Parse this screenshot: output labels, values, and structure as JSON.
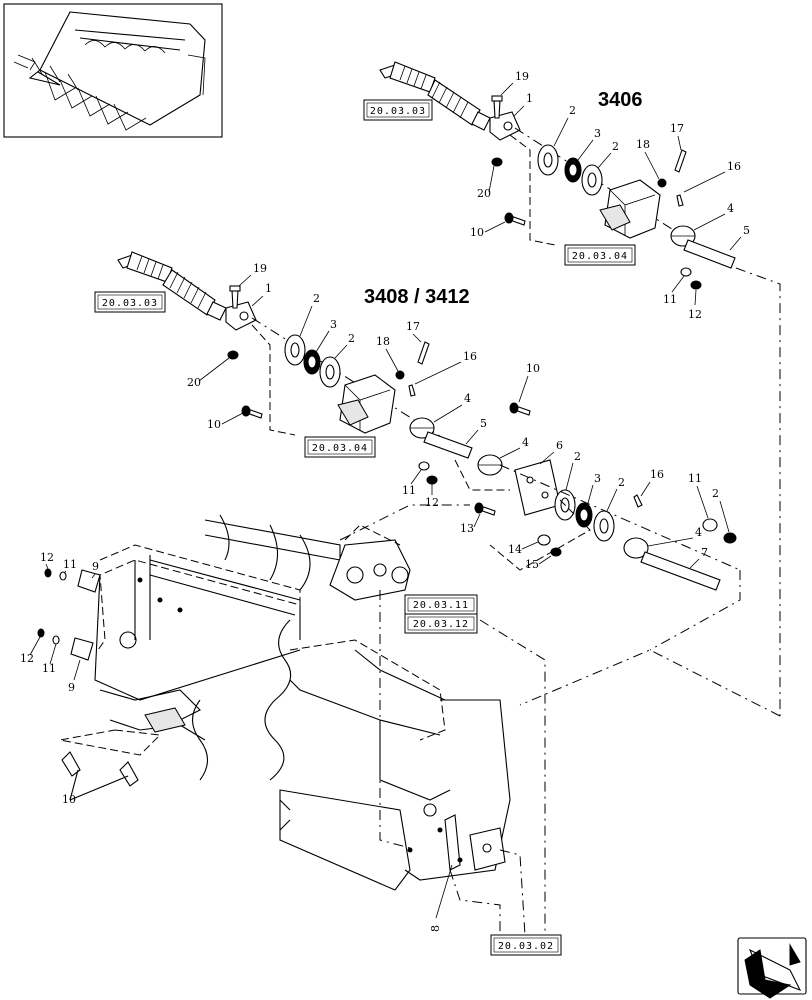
{
  "models": {
    "upper": "3406",
    "lower": "3408 / 3412"
  },
  "references": {
    "upper_left": "20.03.03",
    "upper_gearbox": "20.03.04",
    "lower_left": "20.03.03",
    "lower_gearbox": "20.03.04",
    "drive_a": "20.03.11",
    "drive_b": "20.03.12",
    "bottom": "20.03.02"
  },
  "callouts": {
    "u19": "19",
    "u1": "1",
    "u2a": "2",
    "u3": "3",
    "u2b": "2",
    "u18": "18",
    "u17": "17",
    "u16": "16",
    "u4": "4",
    "u5": "5",
    "u20": "20",
    "u10": "10",
    "u11": "11",
    "u12": "12",
    "l19": "19",
    "l1": "1",
    "l2a": "2",
    "l3": "3",
    "l2b": "2",
    "l18": "18",
    "l17": "17",
    "l16": "16",
    "l10b": "10",
    "l20": "20",
    "l10": "10",
    "l4": "4",
    "l5": "5",
    "l11": "11",
    "l12": "12",
    "r4": "4",
    "r6": "6",
    "r2a": "2",
    "r3": "3",
    "r2b": "2",
    "r16": "16",
    "r11": "11",
    "r2c": "2",
    "r13": "13",
    "r14": "14",
    "r15": "15",
    "r4b": "4",
    "r7": "7",
    "f12a": "12",
    "f11a": "11",
    "f9a": "9",
    "f12b": "12",
    "f11b": "11",
    "f9b": "9",
    "f10": "10",
    "f8": "8"
  }
}
